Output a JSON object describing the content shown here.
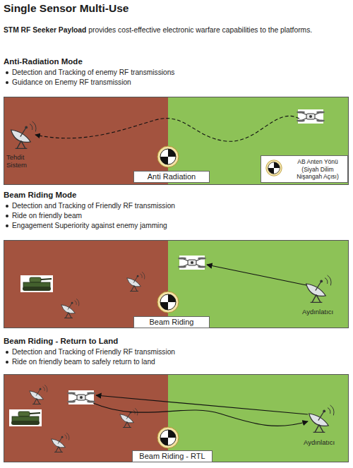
{
  "diagram": {
    "title": "Single Sensor Multi-Use",
    "nodes": [
      {
        "text": [
          "Anti-Radiation Mode",
          "Detection and Tracking of enemy RF transmissions",
          "Guidance on Enemy RF transmission"
        ]
      },
      {
        "text": [
          "Anti Radiation"
        ],
        "in": 0
      },
      {
        "text": [
          "AB Anten Yönü (Siyah Dilim Nişangah Açısı)"
        ],
        "in": 0
      },
      {
        "text": [
          "Beam Riding Mode",
          "Detection and Tracking of Friendly RF transmission",
          "Ride on friendly beam",
          "Engagement Superiority against enemy jamming"
        ]
      },
      {
        "text": [
          "Beam Riding"
        ],
        "in": 3
      },
      {
        "text": [
          "Beam Riding - Return to Land",
          "Detection and Tracking of Friendly RF transmission",
          "Ride on friendly beam to safely return to land"
        ]
      },
      {
        "text": [
          "Beam Riding - RTL"
        ],
        "in": 5
      }
    ],
    "labels": [
      "STM RF Seeker Payload",
      "provides cost-effective electronic warfare capabilities to the platforms.",
      "Tehdit Sistem",
      "Aydınlatıcı",
      "Aydınlatıcı"
    ]
  }
}
